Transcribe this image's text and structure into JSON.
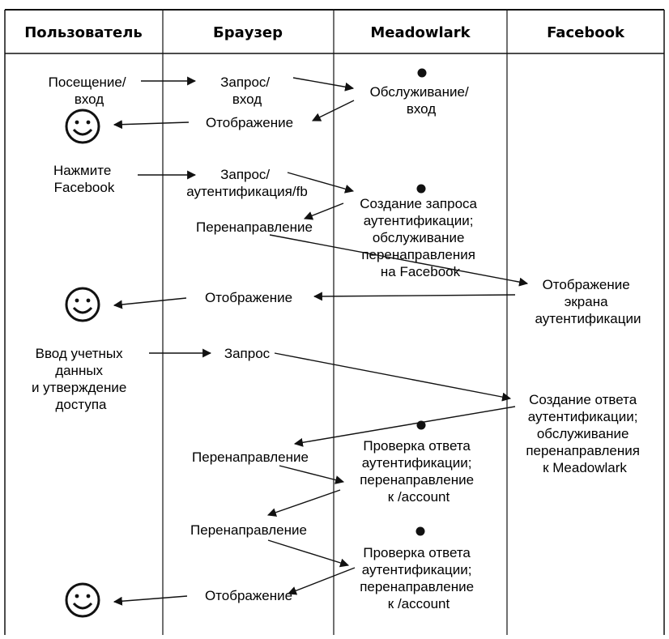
{
  "headers": {
    "user": "Пользователь",
    "browser": "Браузер",
    "meadowlark": "Meadowlark",
    "facebook": "Facebook"
  },
  "user_col": {
    "visit": [
      "Посещение/",
      "вход"
    ],
    "click": [
      "Нажмите",
      "Facebook"
    ],
    "credentials": [
      "Ввод учетных",
      "данных",
      "и утверждение",
      "доступа"
    ],
    "smiley_icon": "smiley-face"
  },
  "browser_col": {
    "request_login": [
      "Запрос/",
      "вход"
    ],
    "display_1": "Отображение",
    "request_auth": [
      "Запрос/",
      "аутентификация/fb"
    ],
    "redirect_1": "Перенаправление",
    "display_2": "Отображение",
    "request": "Запрос",
    "redirect_2": "Перенаправление",
    "redirect_3": "Перенаправление",
    "display_3": "Отображение"
  },
  "meadowlark_col": {
    "serve_login": [
      "Обслуживание/",
      "вход"
    ],
    "create_auth": [
      "Создание запроса",
      "аутентификации;",
      "обслуживание",
      "перенаправления",
      "на Facebook"
    ],
    "verify_1": [
      "Проверка ответа",
      "аутентификации;",
      "перенаправление",
      "к /account"
    ],
    "verify_2": [
      "Проверка ответа",
      "аутентификации;",
      "перенаправление",
      "к /account"
    ]
  },
  "facebook_col": {
    "show_auth": [
      "Отображение",
      "экрана",
      "аутентификации"
    ],
    "create_response": [
      "Создание ответа",
      "аутентификации;",
      "обслуживание",
      "перенаправления",
      "к Meadowlark"
    ]
  },
  "colors": {
    "ink": "#111111",
    "background": "#ffffff"
  }
}
